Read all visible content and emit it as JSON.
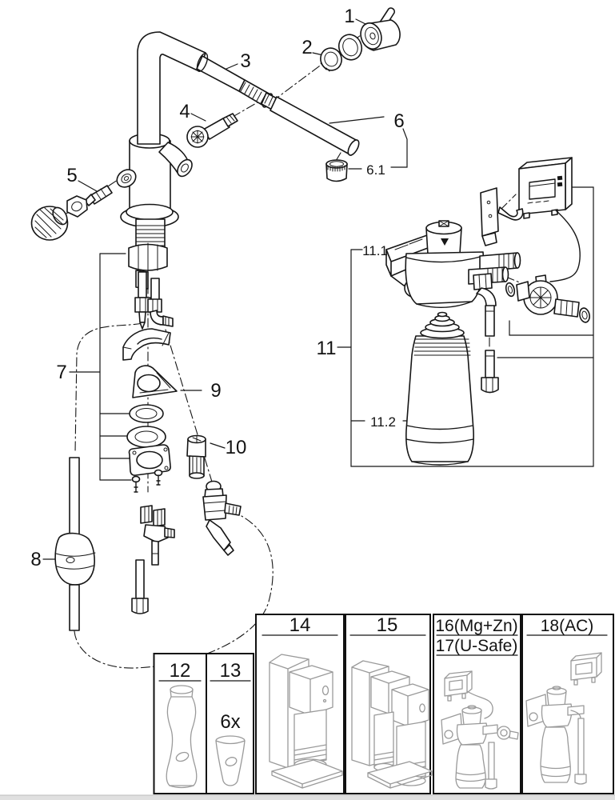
{
  "diagram": {
    "kind": "exploded-parts-diagram",
    "subject": "Kitchen faucet with pull-out spout and under-sink water filter system",
    "colors": {
      "ink": "#161616",
      "panel_ink": "#9a9a9a",
      "background": "#ffffff",
      "footer_strip": "#e0e0e0"
    },
    "callouts": [
      {
        "id": "1",
        "label": "1"
      },
      {
        "id": "2",
        "label": "2"
      },
      {
        "id": "3",
        "label": "3"
      },
      {
        "id": "4",
        "label": "4"
      },
      {
        "id": "5",
        "label": "5"
      },
      {
        "id": "6",
        "label": "6"
      },
      {
        "id": "6.1",
        "label": "6.1"
      },
      {
        "id": "7",
        "label": "7"
      },
      {
        "id": "8",
        "label": "8"
      },
      {
        "id": "9",
        "label": "9"
      },
      {
        "id": "10",
        "label": "10"
      },
      {
        "id": "11",
        "label": "11"
      },
      {
        "id": "11.1",
        "label": "11.1"
      },
      {
        "id": "11.2",
        "label": "11.2"
      }
    ],
    "panels": [
      {
        "id": "12",
        "label": "12"
      },
      {
        "id": "13",
        "label": "13",
        "quantity": "6x"
      },
      {
        "id": "14",
        "label": "14"
      },
      {
        "id": "15",
        "label": "15"
      },
      {
        "id": "16-17",
        "label": "16(Mg+Zn)",
        "label2": "17(U-Safe)"
      },
      {
        "id": "18",
        "label": "18(AC)"
      }
    ]
  }
}
